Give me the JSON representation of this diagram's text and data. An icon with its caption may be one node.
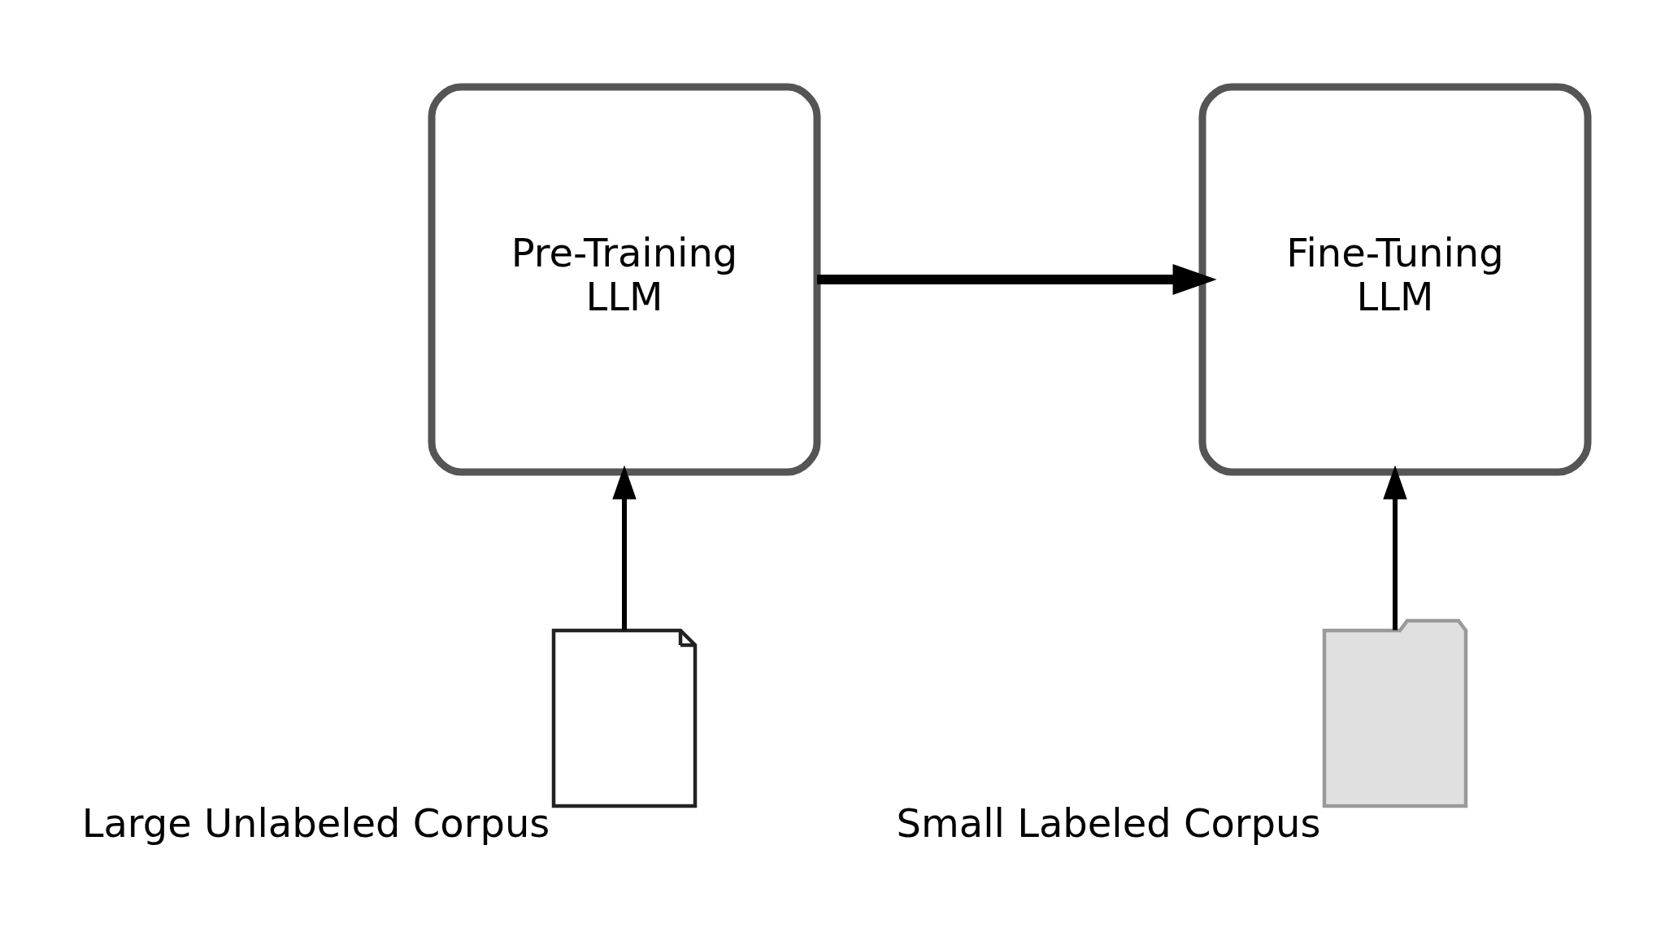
{
  "diagram": {
    "nodes": [
      {
        "text": [
          "Pre-Training",
          "LLM"
        ]
      },
      {
        "text": [
          "Fine-Tuning",
          "LLM"
        ]
      },
      {
        "text": [],
        "shape": "document",
        "beside": [
          "Large Unlabeled Corpus"
        ]
      },
      {
        "text": [],
        "shape": "clipboard",
        "beside": [
          "Small Labeled Corpus"
        ]
      }
    ],
    "edges": [
      {
        "from": 0,
        "to": 1,
        "arrow": "to",
        "style": "thick"
      },
      {
        "from": 2,
        "to": 0,
        "arrow": "to"
      },
      {
        "from": 3,
        "to": 1,
        "arrow": "to"
      }
    ]
  }
}
